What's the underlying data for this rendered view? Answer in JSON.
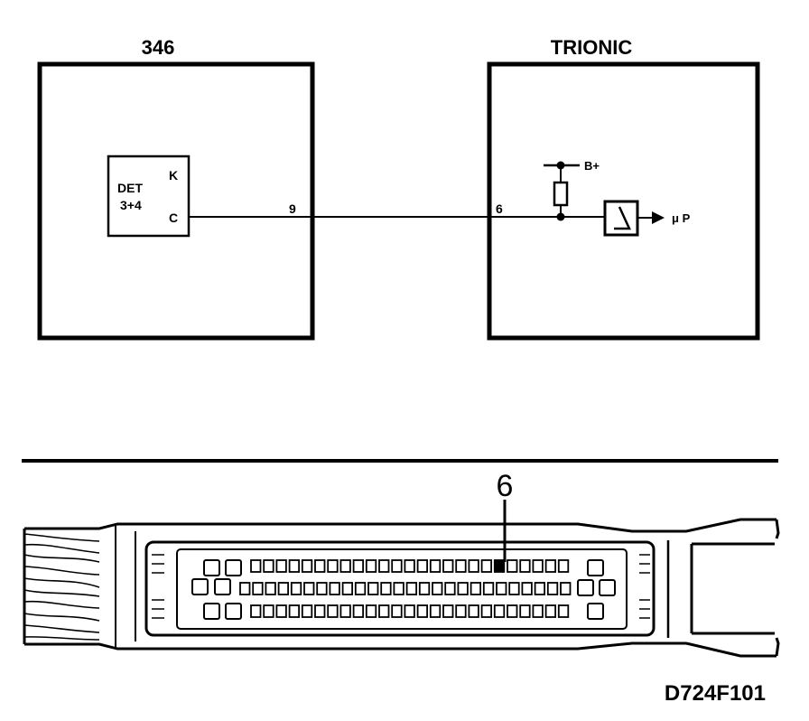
{
  "schematic": {
    "left_box": {
      "title": "346",
      "component_name": "DET",
      "component_sub": "3+4",
      "pin_k": "K",
      "pin_c": "C",
      "pin_out": "9"
    },
    "right_box": {
      "title": "TRIONIC",
      "pin_in": "6",
      "supply": "B+",
      "output": "μ P"
    }
  },
  "connector": {
    "highlight_pin": "6"
  },
  "figure_code": "D724F101"
}
